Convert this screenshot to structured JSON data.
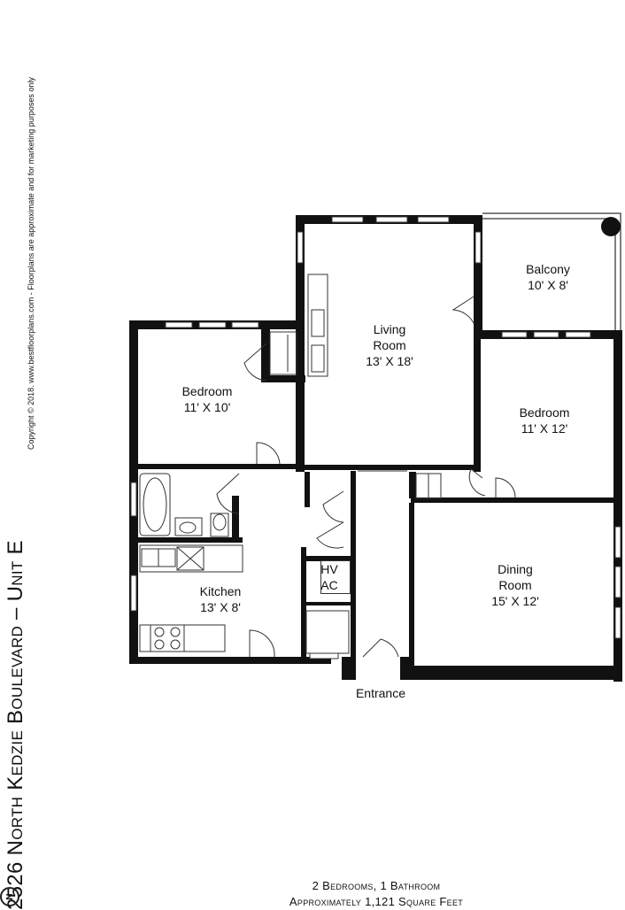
{
  "title": "2526 North Kedzie Boulevard – Unit E",
  "copyright": "Copyright © 2018. www.bestfloorplans.com - Floorplans are approximate and for marketing purposes only",
  "rooms": {
    "living": {
      "name_line1": "Living",
      "name_line2": "Room",
      "size": "13' X 18'"
    },
    "balcony": {
      "name": "Balcony",
      "size": "10' X 8'"
    },
    "bedroom_left": {
      "name": "Bedroom",
      "size": "11' X 10'"
    },
    "bedroom_right": {
      "name": "Bedroom",
      "size": "11' X 12'"
    },
    "dining": {
      "name_line1": "Dining",
      "name_line2": "Room",
      "size": "15' X 12'"
    },
    "kitchen": {
      "name": "Kitchen",
      "size": "13' X 8'"
    },
    "hvac": {
      "line1": "HV",
      "line2": "AC"
    }
  },
  "entrance_label": "Entrance",
  "summary": {
    "line1": "2 Bedrooms, 1 Bathroom",
    "line2": "Approximately 1,121 Square Feet"
  },
  "north_label": "N"
}
